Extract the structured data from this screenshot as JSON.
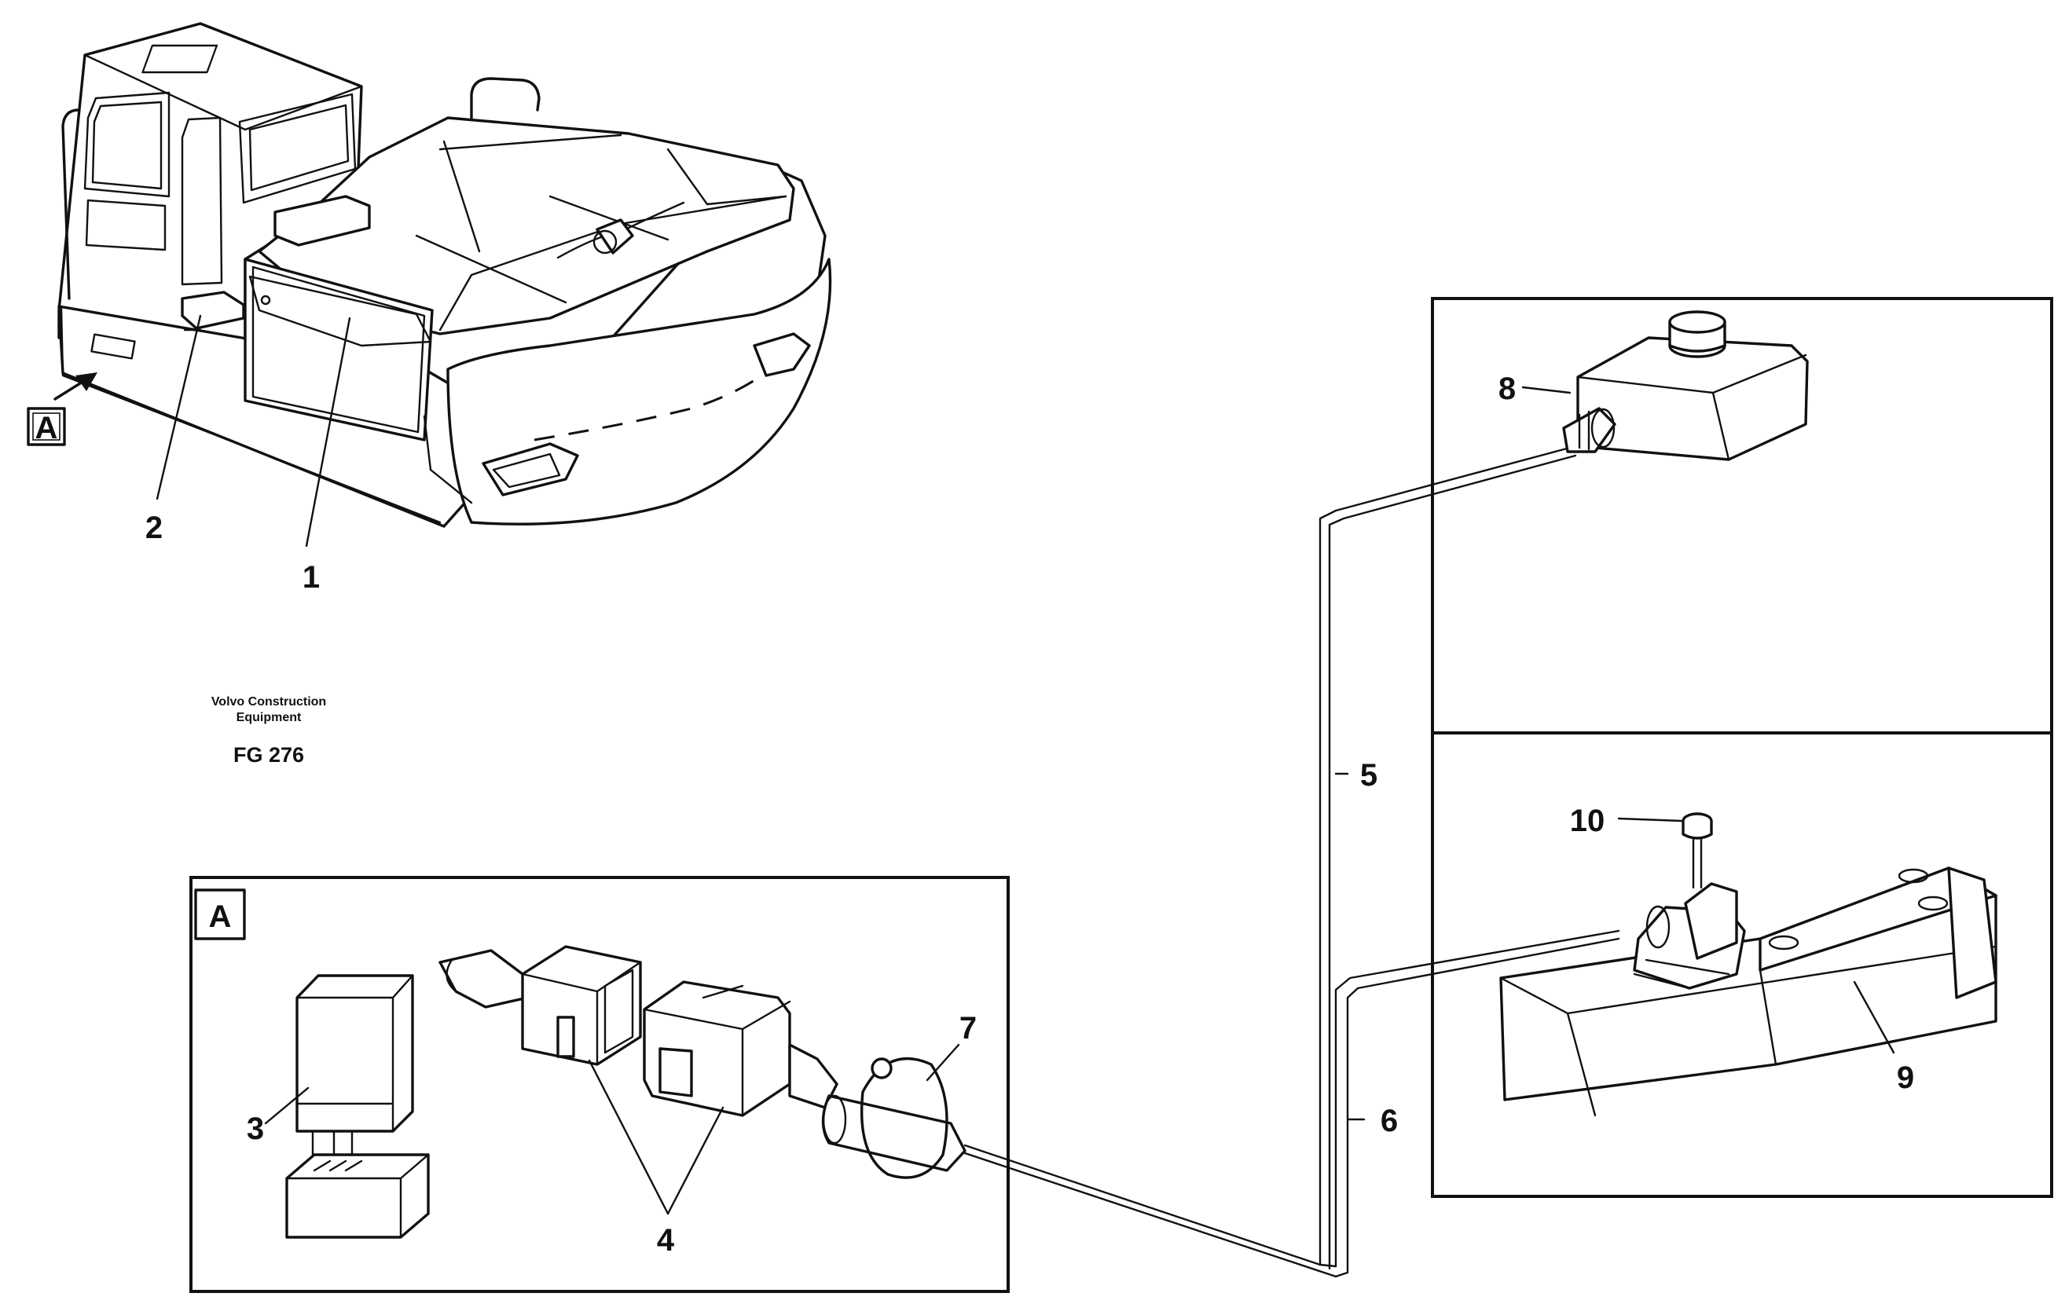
{
  "view_marker": "A",
  "detail_label": "A",
  "publisher": {
    "line1": "Volvo Construction",
    "line2": "Equipment"
  },
  "figure_code": "FG 276",
  "callouts": [
    "1",
    "2",
    "3",
    "4",
    "5",
    "6",
    "7",
    "8",
    "9",
    "10"
  ]
}
